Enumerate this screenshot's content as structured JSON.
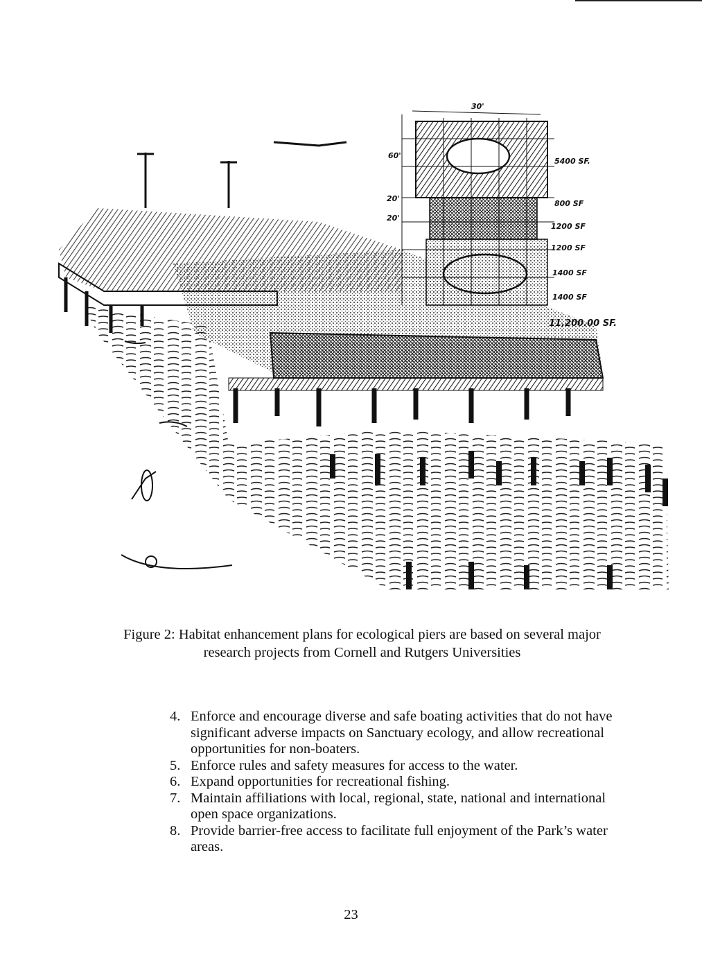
{
  "figure": {
    "annotations": {
      "top_dimension": "30'",
      "side_dimension_1": "60'",
      "side_dimension_2": "20'",
      "side_dimension_3": "20'",
      "areas": [
        "5400 SF.",
        "800 SF",
        "1200 SF",
        "1200 SF",
        "1400 SF",
        "1400 SF"
      ],
      "total_area": "11,200.00 SF."
    },
    "caption_line1": "Figure 2: Habitat enhancement plans for ecological piers are based on several major",
    "caption_line2": "research projects from Cornell and Rutgers Universities"
  },
  "list": [
    {
      "num": "4.",
      "lines": [
        "Enforce and encourage diverse and safe boating activities that do not have",
        "significant adverse impacts on Sanctuary ecology, and allow recreational",
        "opportunities for non-boaters."
      ]
    },
    {
      "num": "5.",
      "lines": [
        "Enforce rules and safety measures for access to the water."
      ]
    },
    {
      "num": "6.",
      "lines": [
        "Expand opportunities for recreational fishing."
      ]
    },
    {
      "num": "7.",
      "lines": [
        "Maintain affiliations with local, regional, state, national and international",
        "open space organizations."
      ]
    },
    {
      "num": "8.",
      "lines": [
        "Provide barrier-free access to facilitate full enjoyment of the Park’s water",
        "areas."
      ]
    }
  ],
  "page_number": "23"
}
